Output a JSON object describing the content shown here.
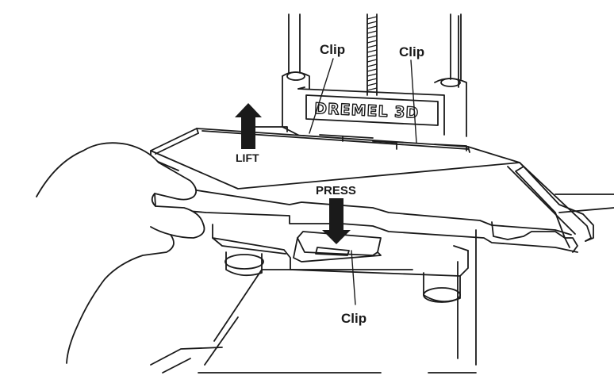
{
  "callouts": {
    "clip_top_left": "Clip",
    "clip_top_right": "Clip",
    "clip_bottom": "Clip",
    "lift": "LIFT",
    "press": "PRESS"
  },
  "brand": {
    "logo_text": "DREMEL 3D"
  },
  "colors": {
    "line": "#1a1a1a",
    "background": "#ffffff",
    "arrow_fill": "#1a1a1a"
  }
}
